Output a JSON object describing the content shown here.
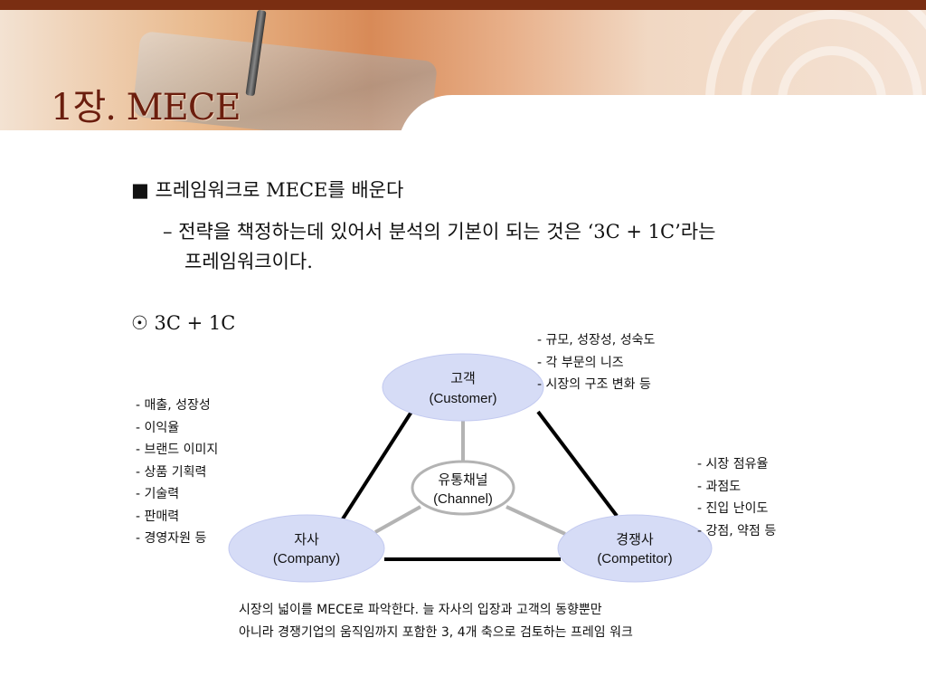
{
  "slide": {
    "title": "1장. MECE",
    "heading": "■ 프레임워크로 MECE를 배운다",
    "sub_line1": "– 전략을 책정하는데 있어서 분석의 기본이 되는 것은 ‘3C +  1C’라는",
    "sub_line2": "프레임워크이다.",
    "section": "☉ 3C +  1C"
  },
  "diagram": {
    "customer": {
      "name": "고객",
      "en": "(Customer)",
      "notes": [
        "- 규모, 성장성, 성숙도",
        "- 각 부문의 니즈",
        "- 시장의 구조 변화 등"
      ]
    },
    "channel": {
      "name": "유통채널",
      "en": "(Channel)"
    },
    "company": {
      "name": "자사",
      "en": "(Company)",
      "notes": [
        "- 매출, 성장성",
        "- 이익율",
        "- 브랜드 이미지",
        "- 상품 기획력",
        "- 기술력",
        "- 판매력",
        "- 경영자원 등"
      ]
    },
    "competitor": {
      "name": "경쟁사",
      "en": "(Competitor)",
      "notes": [
        "- 시장 점유율",
        "- 과점도",
        "- 진입 난이도",
        "- 강점, 약점 등"
      ]
    }
  },
  "caption": {
    "line1": "시장의 넓이를 MECE로 파악한다. 늘 자사의 입장과 고객의 동향뿐만",
    "line2": "아니라 경쟁기업의 움직임까지 포함한 3, 4개 축으로 검토하는 프레임 워크"
  },
  "colors": {
    "accent": "#6b1e0e",
    "topbar": "#7a2e12",
    "ellipse": "#d6dcf6",
    "ellipse_edge": "#c3caf0"
  }
}
